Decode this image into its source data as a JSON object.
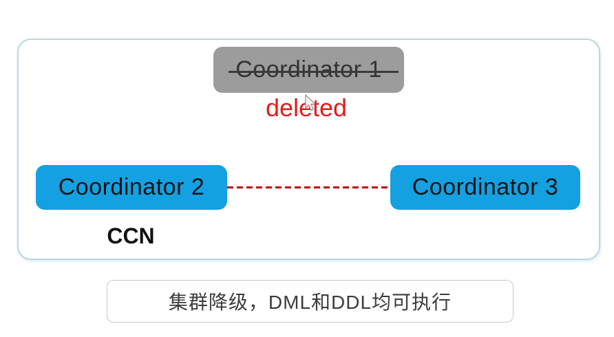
{
  "diagram": {
    "coordinator1": {
      "label": "Coordinator 1",
      "state": "struck-through"
    },
    "deleted_label": "deleted",
    "coordinator2": {
      "label": "Coordinator 2"
    },
    "coordinator3": {
      "label": "Coordinator 3"
    },
    "ccn_label": "CCN",
    "connector": {
      "style": "dashed",
      "color": "#c00000"
    }
  },
  "caption": {
    "text": "集群降级，DML和DDL均可执行"
  },
  "colors": {
    "node_blue": "#14a0e1",
    "node_gray": "#9c9c9c",
    "deleted_red": "#e11d1d",
    "dash_red": "#c00000",
    "frame_border": "#b5d9dd",
    "caption_border": "#c9c9c9"
  }
}
